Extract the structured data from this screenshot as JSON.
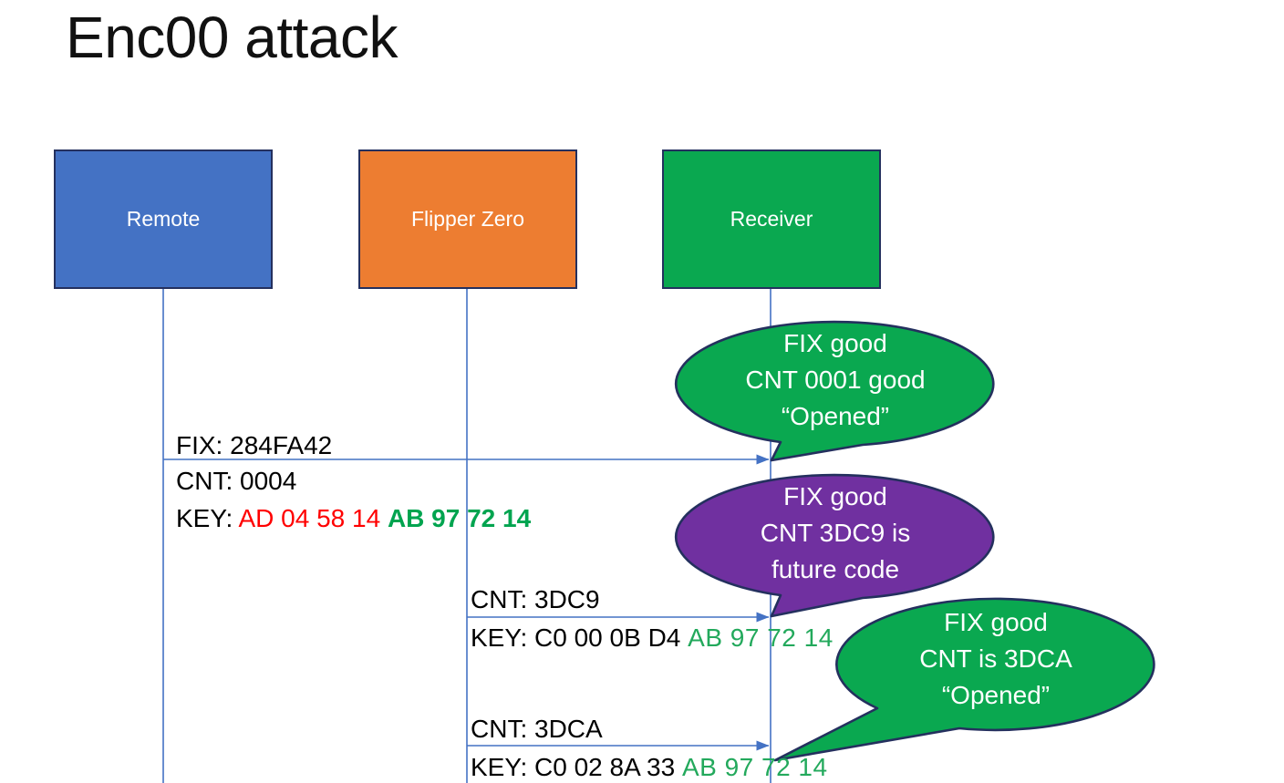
{
  "title": "Enc00 attack",
  "colors": {
    "remote_fill": "#4472C4",
    "flipper_fill": "#ED7D31",
    "receiver_fill": "#0AA850",
    "bubble_green": "#0AA850",
    "bubble_purple": "#7030A0",
    "shape_border": "#24305E",
    "line_blue": "#4472C4",
    "key_red": "#FF0000",
    "key_green": "#23A95C",
    "key_green_bold": "#00A44F"
  },
  "actors": [
    {
      "label": "Remote"
    },
    {
      "label": "Flipper Zero"
    },
    {
      "label": "Receiver"
    }
  ],
  "messages": {
    "m1": {
      "fix": "FIX: 284FA42",
      "cnt": "CNT: 0004",
      "key_label": "KEY: ",
      "key_red": "AD 04 58 14 ",
      "key_green": "AB 97 72 14"
    },
    "m2": {
      "cnt": "CNT: 3DC9",
      "key_label": "KEY: C0 00 0B D4 ",
      "key_green": "AB 97 72 14"
    },
    "m3": {
      "cnt": "CNT: 3DCA",
      "key_label": "KEY: C0 02 8A 33 ",
      "key_green": "AB 97 72 14"
    }
  },
  "bubbles": [
    {
      "color": "green",
      "lines": [
        "FIX good",
        "CNT 0001 good",
        "“Opened”"
      ]
    },
    {
      "color": "purple",
      "lines": [
        "FIX good",
        "CNT 3DC9 is",
        "future code"
      ]
    },
    {
      "color": "green",
      "lines": [
        "FIX good",
        "CNT is 3DCA",
        "“Opened”"
      ]
    }
  ]
}
